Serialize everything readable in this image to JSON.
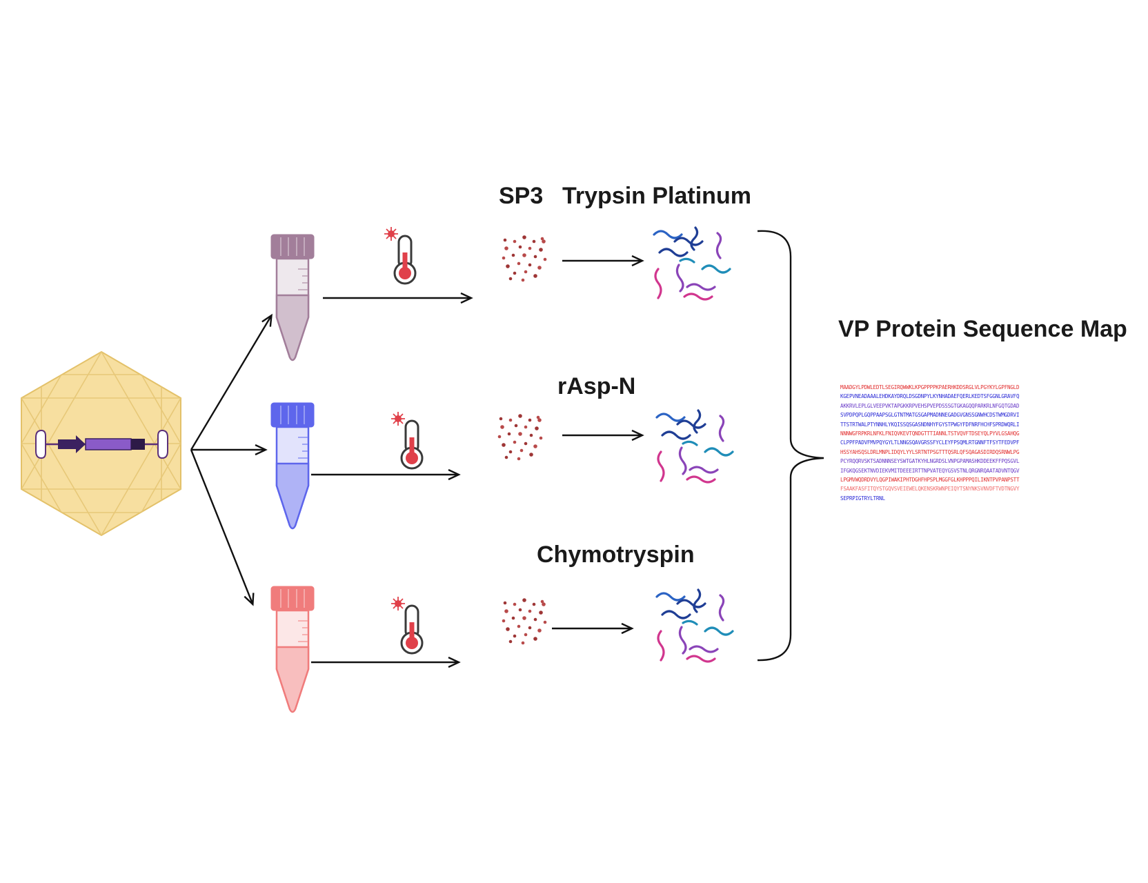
{
  "labels": {
    "sp3": "SP3",
    "trypsin": "Trypsin Platinum",
    "rasp": "rAsp-N",
    "chymo": "Chymotryspin",
    "map_title": "VP Protein Sequence Map"
  },
  "tube_colors": [
    "#a27e9a",
    "#5e66ec",
    "#f07c7c"
  ],
  "peptide_colors": [
    "#2b63c4",
    "#1f3e95",
    "#1f8db8",
    "#8a44b8",
    "#d1368e"
  ],
  "sequence_lines": [
    {
      "text": "MAADGYLPDWLEDTLSEGIRQWWKLKPGPPPPKPAERHKDDSRGLVLPGYKYLGPFNGLD",
      "color": "#e23030"
    },
    {
      "text": "KGEPVNEADAAALEHDKAYDRQLDSGDNPYLKYNHADAEFQERLKEDTSFGGNLGRAVFQ",
      "color": "#2b2bd6"
    },
    {
      "text": "AKKRVLEPLGLVEEPVKTAPGKKRPVEHSPVEPDSSSGTGKAGQQPARKRLNFGQTGDAD",
      "color": "#6a3cc8"
    },
    {
      "text": "SVPDPQPLGQPPAAPSGLGTNTMATGSGAPMADNNEGADGVGNSSGNWHCDSTWMGDRVI",
      "color": "#2b2bd6"
    },
    {
      "text": "TTSTRTWALPTYNNHLYKQISSQSGASNDNHYFGYSTPWGYFDFNRFHCHFSPRDWQRLI",
      "color": "#2b2bd6"
    },
    {
      "text": "NNNWGFRPKRLNFKLFNIQVKEVTQNDGTTTIANNLTSTVQVFTDSEYQLPYVLGSAHQG",
      "color": "#e23030"
    },
    {
      "text": "CLPPFPADVFMVPQYGYLTLNNGSQAVGRSSFYCLEYFPSQMLRTGNNFTFSYTFEDVPF",
      "color": "#2b2bd6"
    },
    {
      "text": "HSSYAHSQSLDRLMNPLIDQYLYYLSRTNTPSGTTTQSRLQFSQAGASDIRDQSRNWLPG",
      "color": "#e23030"
    },
    {
      "text": "PCYRQQRVSKTSADNNNSEYSWTGATKYHLNGRDSLVNPGPAMASHKDDEEKFFPQSGVL",
      "color": "#6a3cc8"
    },
    {
      "text": "IFGKQGSEKTNVDIEKVMITDEEEIRTTNPVATEQYGSVSTNLQRGNRQAATADVNTQGV",
      "color": "#6a3cc8"
    },
    {
      "text": "LPGMVWQDRDVYLQGPIWAKIPHTDGHFHPSPLMGGFGLKHPPPQILIKNTPVPANPSTT",
      "color": "#e23030"
    },
    {
      "text": "FSAAKFASFITQYSTGQVSVEIEWELQKENSKRWNPEIQYTSNYNKSVNVDFTVDTNGVY",
      "color": "#f06c6c"
    },
    {
      "text": "SEPRPIGTRYLTRNL",
      "color": "#2b2bd6"
    }
  ]
}
